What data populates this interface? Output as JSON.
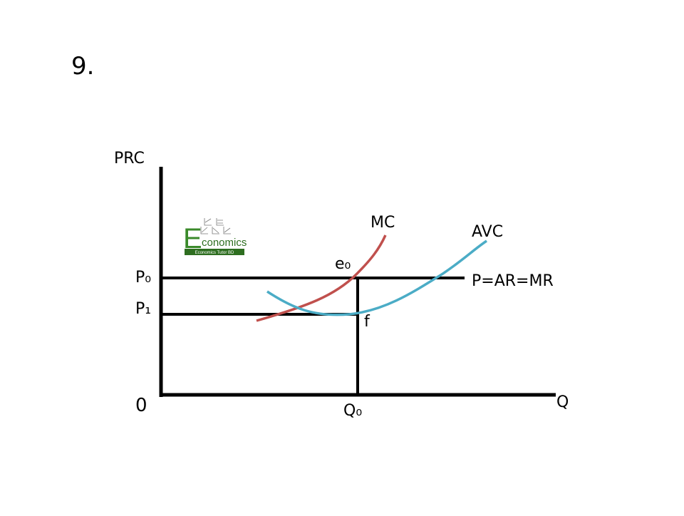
{
  "slide_number": "9.",
  "diagram": {
    "y_axis_label": "PRC",
    "x_axis_label": "Q",
    "origin_label": "0",
    "price_high_label": "P₀",
    "price_low_label": "P₁",
    "quantity_label": "Q₀",
    "mc_label": "MC",
    "avc_label": "AVC",
    "demand_label": "P=AR=MR",
    "point_e_label": "e₀",
    "point_f_label": "f",
    "colors": {
      "axes": "#000000",
      "mc_curve": "#c0504d",
      "avc_curve": "#4bacc6"
    }
  },
  "logo": {
    "letter": "E",
    "word": "conomics",
    "tagline": "Economics Tutor BD",
    "colors": {
      "green": "#3a8a2a",
      "dark": "#2e6e20"
    }
  }
}
